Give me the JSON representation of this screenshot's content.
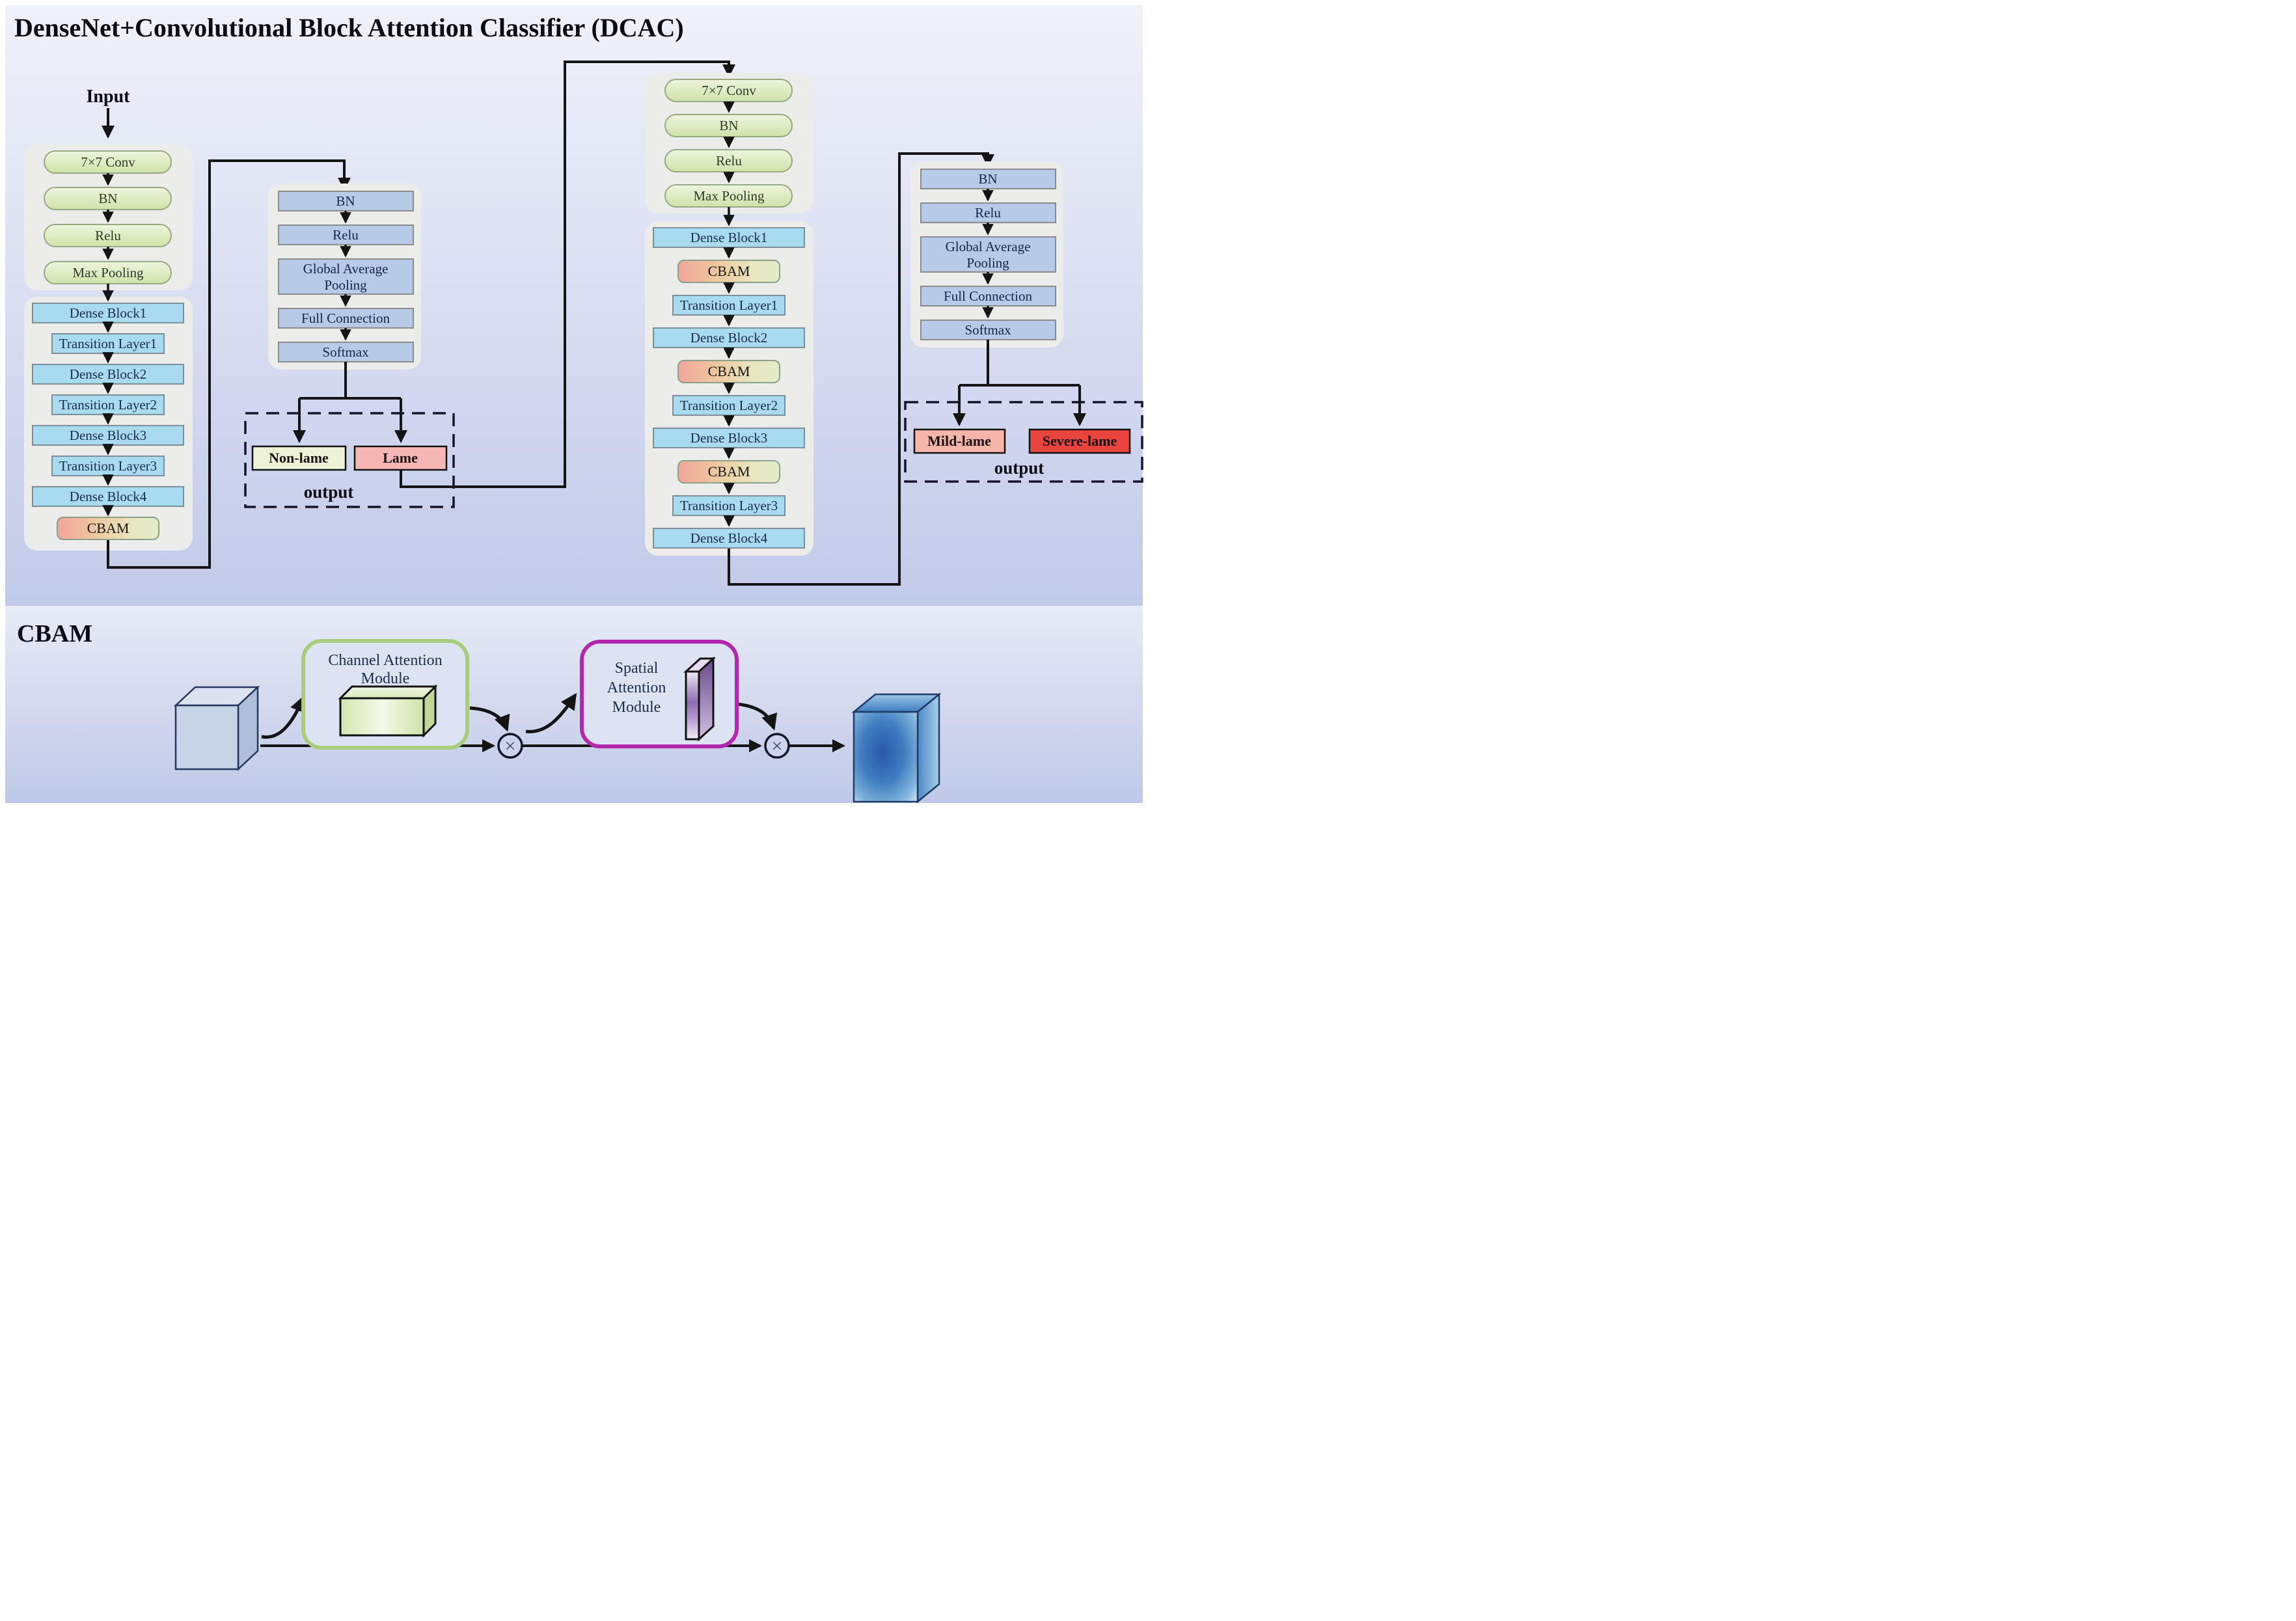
{
  "title": "DenseNet+Convolutional Block Attention Classifier (DCAC)",
  "dcac": {
    "input_label": "Input",
    "stem": [
      "7×7 Conv",
      "BN",
      "Relu",
      "Max Pooling"
    ],
    "backbone": [
      "Dense Block1",
      "Transition Layer1",
      "Dense Block2",
      "Transition Layer2",
      "Dense Block3",
      "Transition Layer3",
      "Dense Block4"
    ],
    "cbam_label": "CBAM",
    "head": {
      "bn": "BN",
      "relu": "Relu",
      "gap1": "Global Average",
      "gap2": "Pooling",
      "fc": "Full Connection",
      "softmax": "Softmax"
    },
    "output1": {
      "left": "Non-lame",
      "right": "Lame",
      "caption": "output"
    },
    "output2": {
      "left": "Mild-lame",
      "right": "Severe-lame",
      "caption": "output"
    }
  },
  "cbam": {
    "section_title": "CBAM",
    "channel_line1": "Channel Attention",
    "channel_line2": "Module",
    "spatial_line1": "Spatial",
    "spatial_line2": "Attention",
    "spatial_line3": "Module",
    "multiply": "×"
  },
  "colors": {
    "panel_top": "#c2cae9",
    "panel_bottom": "#bfc8e7",
    "green_box": "#d8e8b4",
    "blue_box": "#a8daf0",
    "head_box": "#b7cbe8",
    "cbam_left": "#f3a49b",
    "cbam_right": "#e3ecc9",
    "non_lame_fill": "#eef3d8",
    "lame_fill": "#f5b7b3",
    "mild_lame_fill": "#f6b5a9",
    "severe_lame_fill": "#e9443e",
    "channel_module_border": "#a9cd7d",
    "spatial_module_border": "#b327ae",
    "arrow_color": "#141414"
  }
}
